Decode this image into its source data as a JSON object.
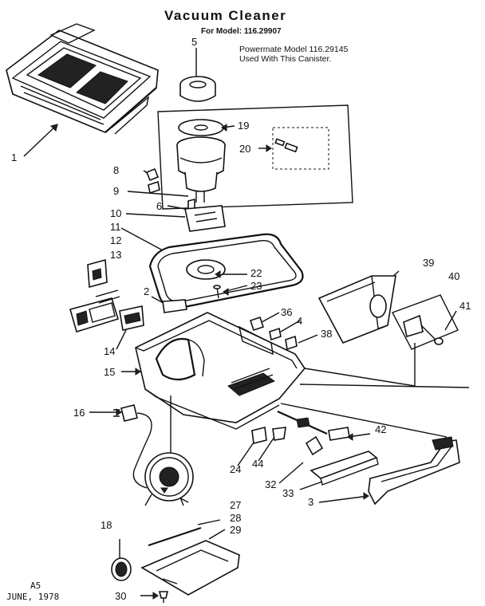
{
  "header": {
    "title": "Vacuum Cleaner",
    "model_line": "For Model:  116.29907",
    "note_line1": "Powermate Model 116.29145",
    "note_line2": "Used With This Canister."
  },
  "footer": {
    "code": "A5",
    "date": "JUNE, 1978"
  },
  "part_numbers": [
    "1",
    "2",
    "3",
    "4",
    "5",
    "6",
    "8",
    "9",
    "10",
    "11",
    "12",
    "13",
    "14",
    "15",
    "16",
    "18",
    "19",
    "20",
    "22",
    "23",
    "24",
    "27",
    "28",
    "29",
    "30",
    "32",
    "33",
    "36",
    "38",
    "39",
    "40",
    "41",
    "42",
    "44"
  ]
}
